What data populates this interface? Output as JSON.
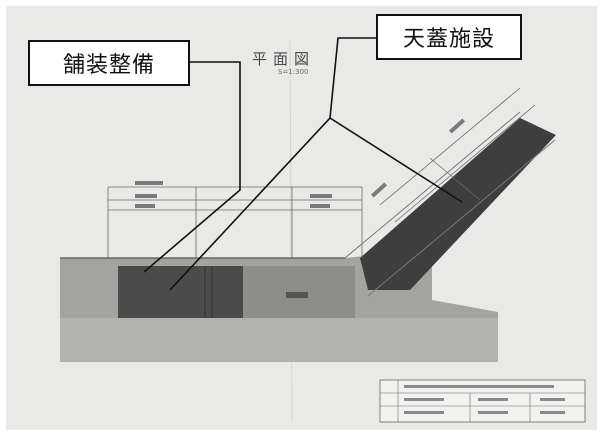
{
  "callouts": {
    "paving": "舗装整備",
    "canopy": "天蓋施設"
  },
  "drawing": {
    "title": "平面図",
    "scale": "S=1:300"
  },
  "colors": {
    "paper": "#e9e9e7",
    "ground": "#9c9c99",
    "pavement_dark": "#474747",
    "canopy_dark": "#3c3c3c",
    "line": "#111111"
  }
}
